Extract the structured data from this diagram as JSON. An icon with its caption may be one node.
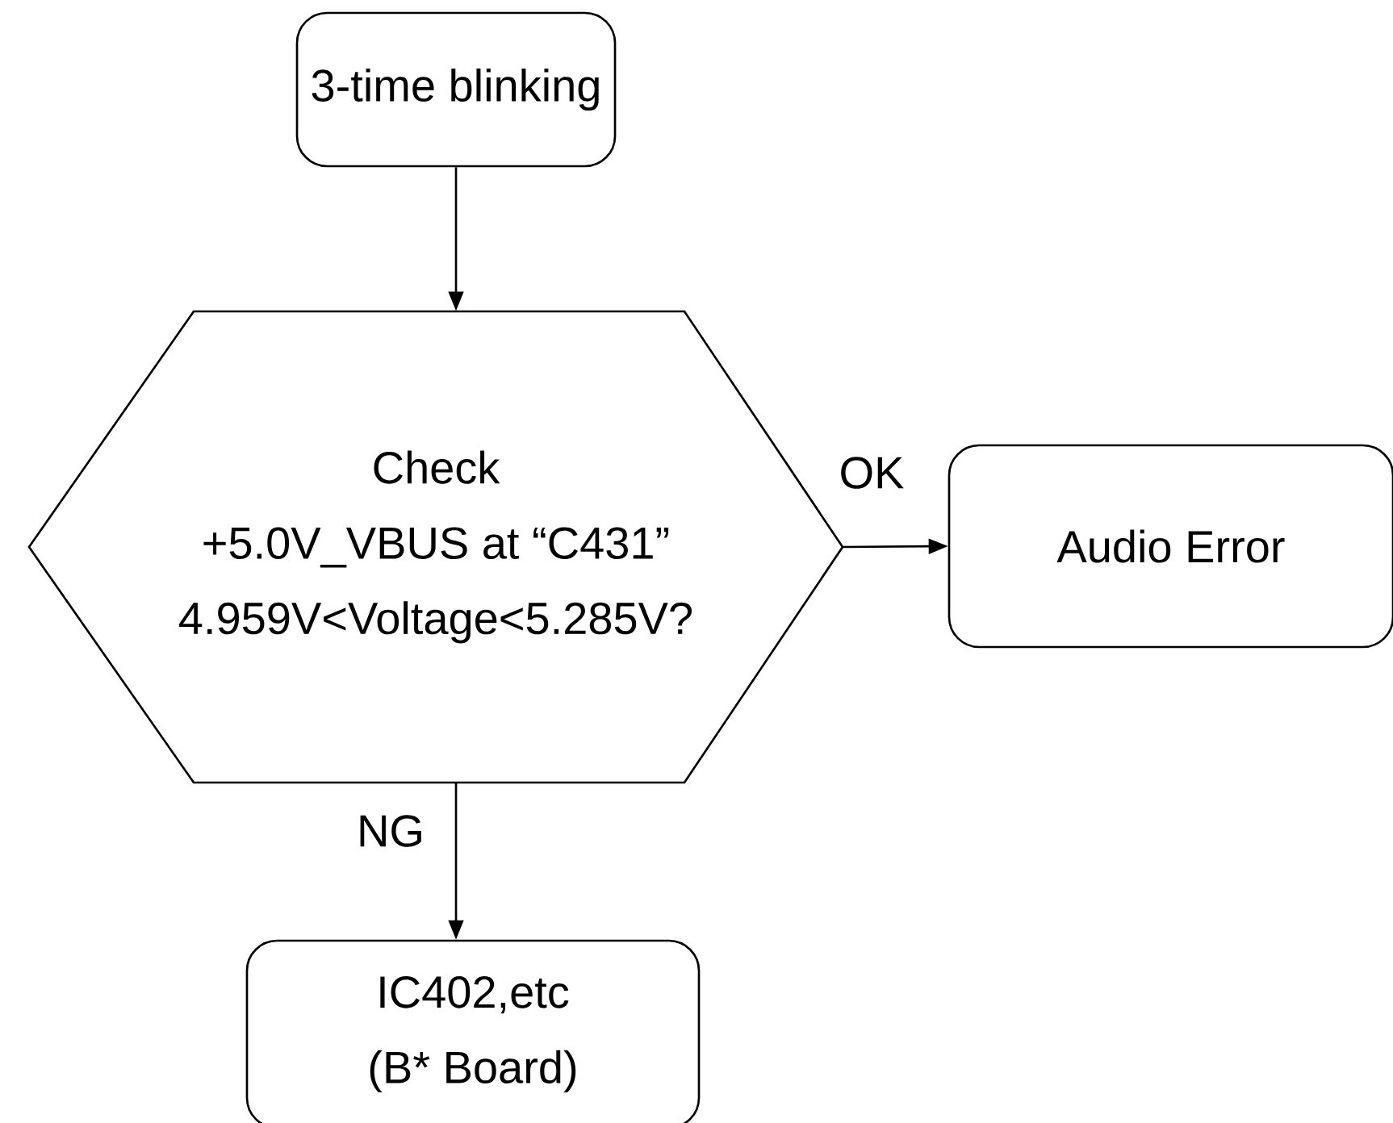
{
  "diagram": {
    "nodes": [
      {
        "text": [
          "3-time blinking"
        ]
      },
      {
        "text": [
          "Check",
          "+5.0V_VBUS at “C431”",
          "4.959V<Voltage<5.285V?"
        ]
      },
      {
        "text": [
          "Audio  Error"
        ]
      },
      {
        "text": [
          "IC402,etc",
          "(B* Board)"
        ]
      }
    ],
    "edges": [
      {
        "from": 0,
        "to": 1,
        "arrow": "to"
      },
      {
        "from": 1,
        "to": 2,
        "arrow": "to",
        "label": "OK"
      },
      {
        "from": 1,
        "to": 3,
        "arrow": "to",
        "label": "NG"
      }
    ]
  }
}
